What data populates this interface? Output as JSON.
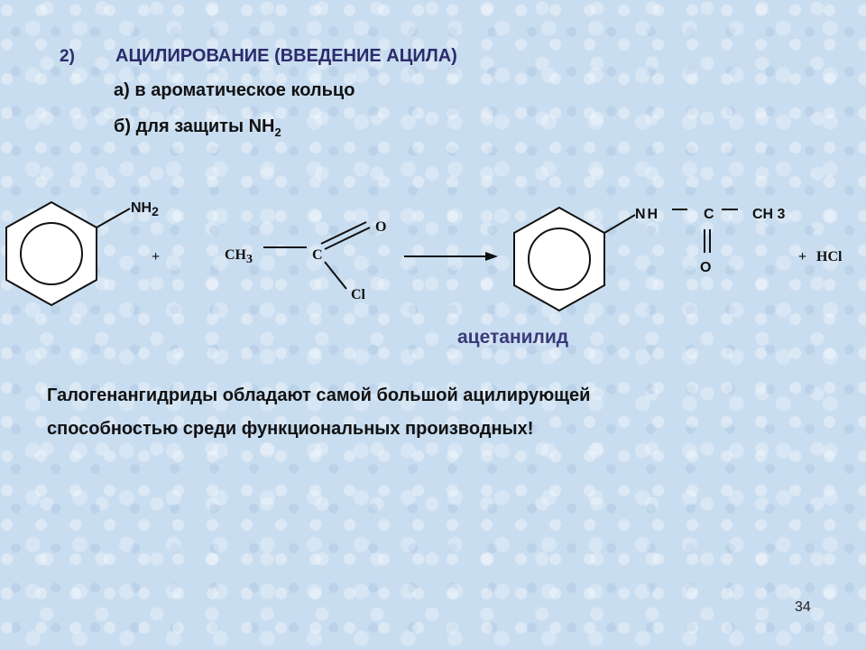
{
  "slide": {
    "number_label": "2)",
    "heading": "АЦИЛИРОВАНИЕ (ВВЕДЕНИЕ АЦИЛА)",
    "item_a": "а) в ароматическое кольцо",
    "item_b_prefix": "б) для защиты NH",
    "item_b_sub": "2",
    "product_name": "ацетанилид",
    "note_line1": "Галогенангидриды обладают самой большой ацилирующей",
    "note_line2": "способностью среди функциональных производных!",
    "page_number": "34"
  },
  "reaction": {
    "reactant1_group": "NH",
    "reactant1_group_sub": "2",
    "plus1": "+",
    "acyl_ch3": "CH",
    "acyl_ch3_sub": "3",
    "acyl_c": "C",
    "acyl_o": "O",
    "acyl_cl": "Cl",
    "product_nh": "NH",
    "product_c": "C",
    "product_ch3": "CH 3",
    "product_o": "O",
    "plus2": "+",
    "byproduct": "HCl"
  },
  "colors": {
    "heading": "#2b2b6b",
    "text": "#111111",
    "background": "#c9ddf0"
  }
}
